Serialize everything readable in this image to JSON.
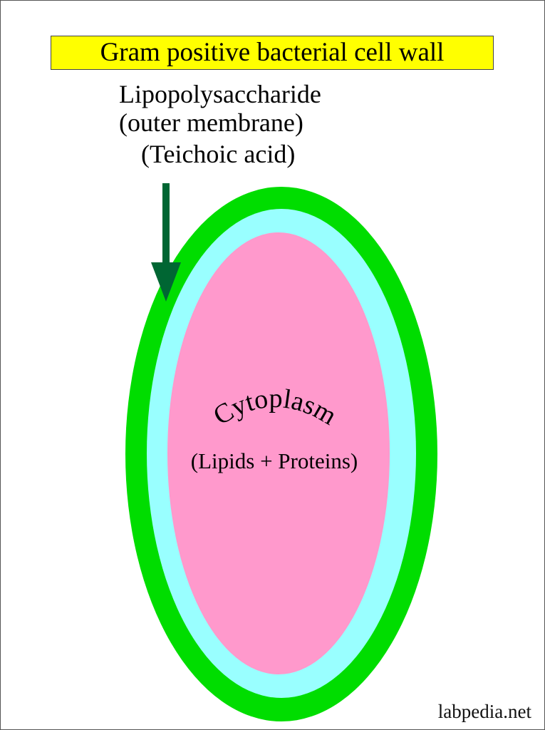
{
  "title": "Gram positive bacterial cell wall",
  "label_lines": [
    "Lipopolysaccharide",
    "(outer membrane)",
    "(Teichoic acid)"
  ],
  "cytoplasm_label": "Cytoplasm",
  "cytoplasm_sublabel": "(Lipids + Proteins)",
  "watermark": "labpedia.net",
  "colors": {
    "title_bg": "#ffff00",
    "outer_layer": "#00dd00",
    "middle_layer": "#99ffff",
    "cytoplasm": "#ff99cc",
    "arrow": "#006633"
  }
}
